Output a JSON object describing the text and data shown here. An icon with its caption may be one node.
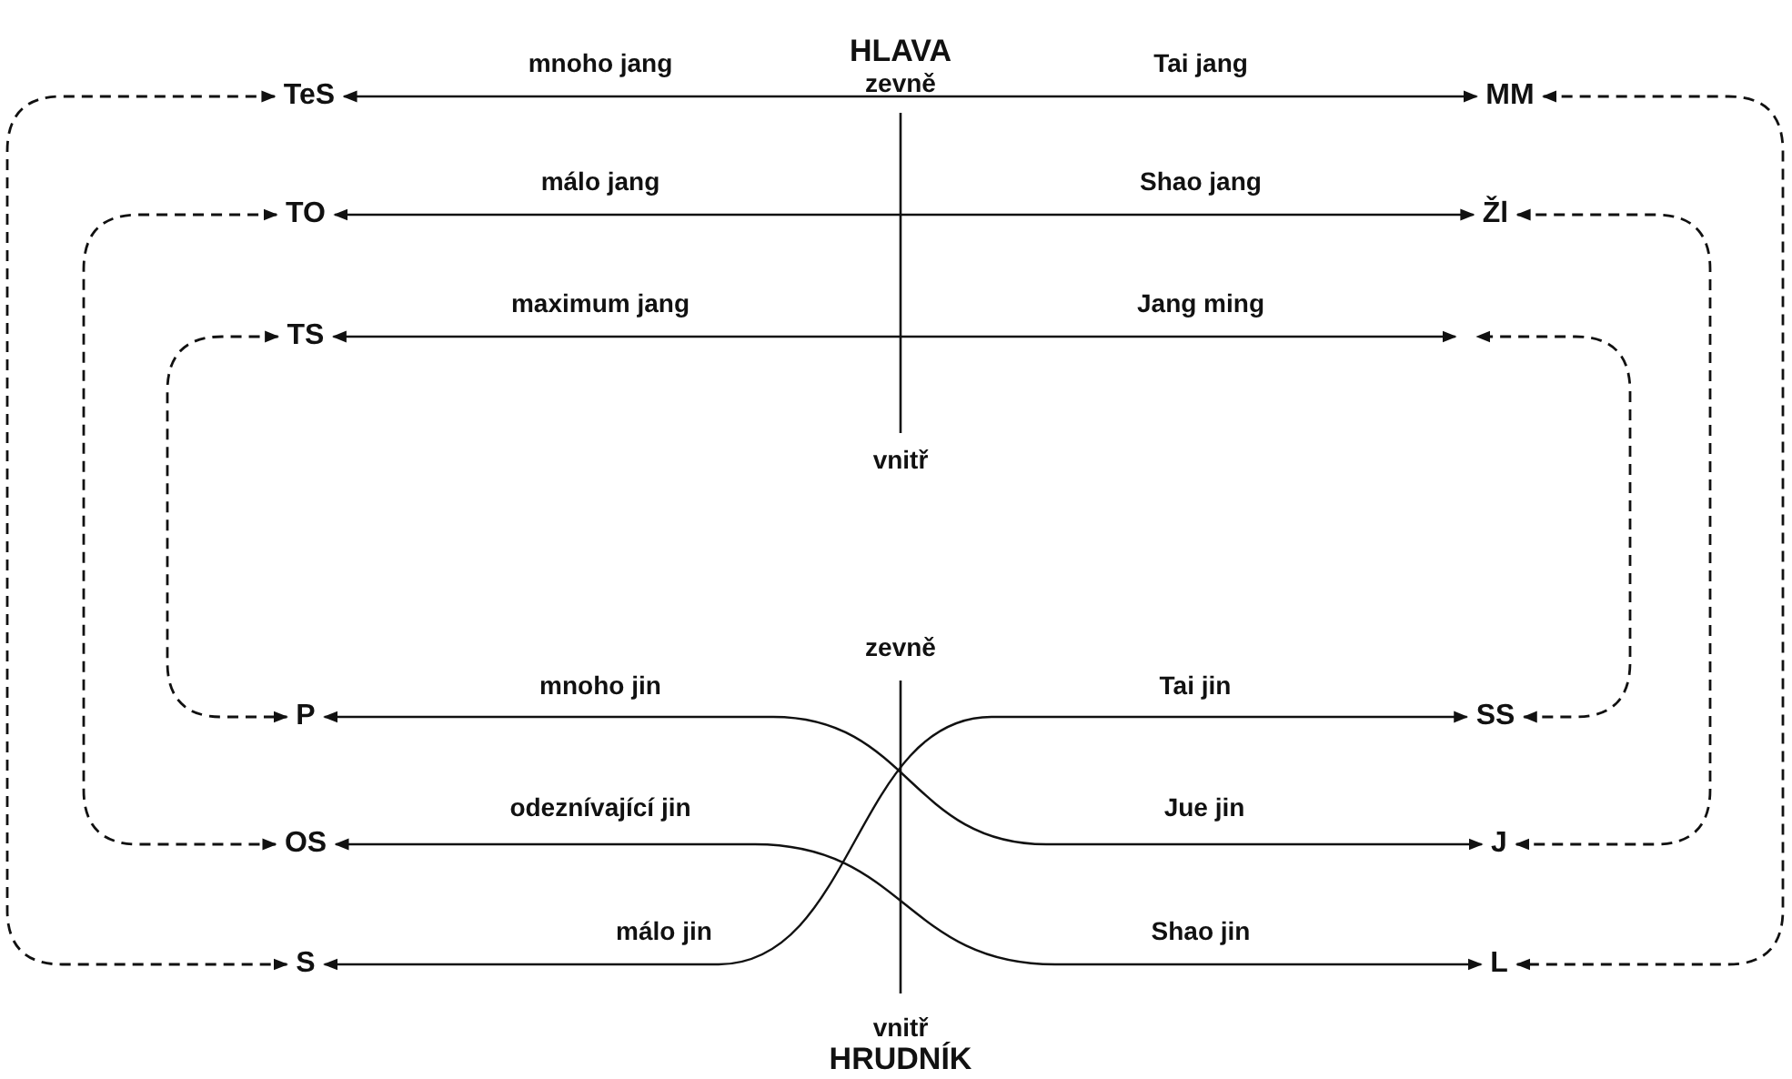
{
  "diagram": {
    "nodes": [
      {
        "text": [
          "TeS"
        ]
      },
      {
        "text": [
          "MM"
        ]
      },
      {
        "text": [
          "TO"
        ]
      },
      {
        "text": [
          "Žl"
        ]
      },
      {
        "text": [
          "TS"
        ]
      },
      {
        "text": [
          "P"
        ]
      },
      {
        "text": [
          "SS"
        ]
      },
      {
        "text": [
          "OS"
        ]
      },
      {
        "text": [
          "J"
        ]
      },
      {
        "text": [
          "S"
        ]
      },
      {
        "text": [
          "L"
        ]
      }
    ],
    "edges": [
      {
        "from": 0,
        "to": 1,
        "arrow": "both"
      },
      {
        "from": 2,
        "to": 3,
        "arrow": "both"
      },
      {
        "from": 4,
        "to": null,
        "arrow": "both"
      },
      {
        "from": 5,
        "to": 8,
        "arrow": "both"
      },
      {
        "from": 7,
        "to": 10,
        "arrow": "both"
      },
      {
        "from": 9,
        "to": 6,
        "arrow": "both"
      },
      {
        "from": 0,
        "to": 9,
        "arrow": "both",
        "style": "dashed"
      },
      {
        "from": 2,
        "to": 7,
        "arrow": "both",
        "style": "dashed"
      },
      {
        "from": 4,
        "to": 5,
        "arrow": "both",
        "style": "dashed"
      },
      {
        "from": 1,
        "to": 10,
        "arrow": "both",
        "style": "dashed"
      },
      {
        "from": 3,
        "to": 8,
        "arrow": "both",
        "style": "dashed"
      },
      {
        "from": 6,
        "to": null,
        "arrow": "both",
        "style": "dashed"
      }
    ],
    "labels": [
      "HLAVA",
      "zevně",
      "mnoho jang",
      "Tai jang",
      "málo jang",
      "Shao jang",
      "maximum jang",
      "Jang ming",
      "vnitř",
      "zevně",
      "mnoho jin",
      "Tai jin",
      "odeznívající jin",
      "Jue jin",
      "málo jin",
      "Shao jin",
      "vnitř",
      "HRUDNÍK"
    ]
  }
}
